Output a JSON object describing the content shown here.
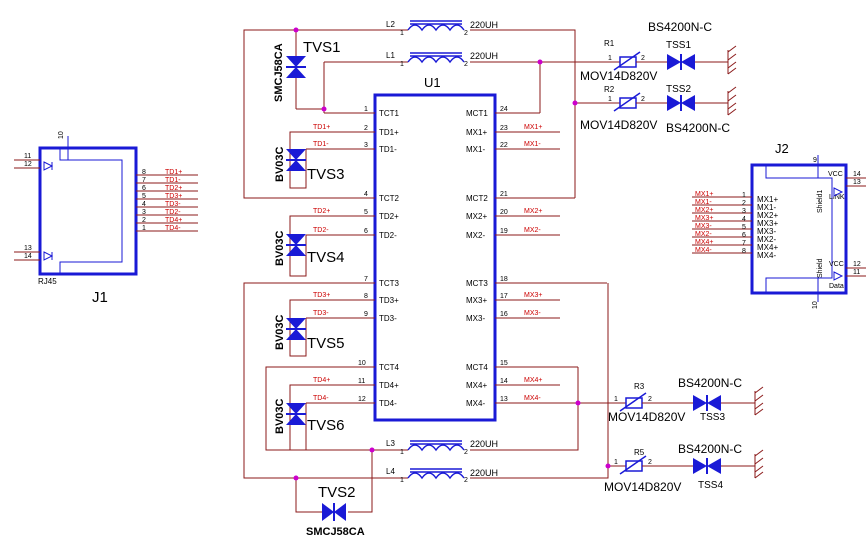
{
  "colors": {
    "wire": "#8b1a1a",
    "component": "#1a1ad6",
    "net_label": "#cc0000",
    "text": "#000000",
    "junction": "#cc00cc",
    "ground": "#8b1a1a"
  },
  "j1": {
    "ref": "J1",
    "value": "RJ45",
    "top_pin": "10",
    "left_pins": [
      "11",
      "12",
      "13",
      "14"
    ],
    "right_pins": [
      {
        "pin": "8",
        "net": "TD1+"
      },
      {
        "pin": "7",
        "net": "TD1-"
      },
      {
        "pin": "6",
        "net": "TD2+"
      },
      {
        "pin": "5",
        "net": "TD3+"
      },
      {
        "pin": "4",
        "net": "TD3-"
      },
      {
        "pin": "3",
        "net": "TD2-"
      },
      {
        "pin": "2",
        "net": "TD4+"
      },
      {
        "pin": "1",
        "net": "TD4-"
      }
    ]
  },
  "u1": {
    "ref": "U1",
    "left_pins": [
      {
        "num": "1",
        "name": "TCT1"
      },
      {
        "num": "2",
        "name": "TD1+",
        "net": "TD1+"
      },
      {
        "num": "3",
        "name": "TD1-",
        "net": "TD1-"
      },
      {
        "num": "4",
        "name": "TCT2"
      },
      {
        "num": "5",
        "name": "TD2+",
        "net": "TD2+"
      },
      {
        "num": "6",
        "name": "TD2-",
        "net": "TD2-"
      },
      {
        "num": "7",
        "name": "TCT3"
      },
      {
        "num": "8",
        "name": "TD3+",
        "net": "TD3+"
      },
      {
        "num": "9",
        "name": "TD3-",
        "net": "TD3-"
      },
      {
        "num": "10",
        "name": "TCT4"
      },
      {
        "num": "11",
        "name": "TD4+",
        "net": "TD4+"
      },
      {
        "num": "12",
        "name": "TD4-",
        "net": "TD4-"
      }
    ],
    "right_pins": [
      {
        "num": "24",
        "name": "MCT1"
      },
      {
        "num": "23",
        "name": "MX1+",
        "net": "MX1+"
      },
      {
        "num": "22",
        "name": "MX1-",
        "net": "MX1-"
      },
      {
        "num": "21",
        "name": "MCT2"
      },
      {
        "num": "20",
        "name": "MX2+",
        "net": "MX2+"
      },
      {
        "num": "19",
        "name": "MX2-",
        "net": "MX2-"
      },
      {
        "num": "18",
        "name": "MCT3"
      },
      {
        "num": "17",
        "name": "MX3+",
        "net": "MX3+"
      },
      {
        "num": "16",
        "name": "MX3-",
        "net": "MX3-"
      },
      {
        "num": "15",
        "name": "MCT4"
      },
      {
        "num": "14",
        "name": "MX4+",
        "net": "MX4+"
      },
      {
        "num": "13",
        "name": "MX4-",
        "net": "MX4-"
      }
    ]
  },
  "j2": {
    "ref": "J2",
    "top_pin": "9",
    "bottom_pin": "10",
    "left_pins": [
      {
        "num": "1",
        "name": "MX1+",
        "net": "MX1+"
      },
      {
        "num": "2",
        "name": "MX1-",
        "net": "MX1-"
      },
      {
        "num": "3",
        "name": "MX2+",
        "net": "MX2+"
      },
      {
        "num": "4",
        "name": "MX3+",
        "net": "MX3+"
      },
      {
        "num": "5",
        "name": "MX3-",
        "net": "MX3-"
      },
      {
        "num": "6",
        "name": "MX2-",
        "net": "MX2-"
      },
      {
        "num": "7",
        "name": "MX4+",
        "net": "MX4+"
      },
      {
        "num": "8",
        "name": "MX4-",
        "net": "MX4-"
      }
    ],
    "right_pins": [
      "14",
      "13",
      "12",
      "11"
    ],
    "inner_labels": [
      "VCC",
      "LINK",
      "Shield1",
      "VCC",
      "Data",
      "Shield"
    ]
  },
  "inductors": [
    {
      "ref": "L2",
      "value": "220UH",
      "pin1": "1",
      "pin2": "2"
    },
    {
      "ref": "L1",
      "value": "220UH",
      "pin1": "1",
      "pin2": "2"
    },
    {
      "ref": "L3",
      "value": "220UH",
      "pin1": "1",
      "pin2": "2"
    },
    {
      "ref": "L4",
      "value": "220UH",
      "pin1": "1",
      "pin2": "2"
    }
  ],
  "movs": [
    {
      "ref": "R1",
      "value": "MOV14D820V",
      "pin1": "1",
      "pin2": "2"
    },
    {
      "ref": "R2",
      "value": "MOV14D820V",
      "pin1": "1",
      "pin2": "2"
    },
    {
      "ref": "R3",
      "value": "MOV14D820V",
      "pin1": "1",
      "pin2": "2"
    },
    {
      "ref": "R5",
      "value": "MOV14D820V",
      "pin1": "1",
      "pin2": "2"
    }
  ],
  "tss": [
    {
      "ref": "TSS1",
      "value": "BS4200N-C"
    },
    {
      "ref": "TSS2",
      "value": "BS4200N-C"
    },
    {
      "ref": "TSS3",
      "value": "BS4200N-C"
    },
    {
      "ref": "TSS4",
      "value": "BS4200N-C"
    }
  ],
  "tvs": [
    {
      "ref": "TVS1",
      "value": "SMCJ58CA"
    },
    {
      "ref": "TVS2",
      "value": "SMCJ58CA"
    },
    {
      "ref": "TVS3",
      "value": "BV03C"
    },
    {
      "ref": "TVS4",
      "value": "BV03C"
    },
    {
      "ref": "TVS5",
      "value": "BV03C"
    },
    {
      "ref": "TVS6",
      "value": "BV03C"
    }
  ]
}
